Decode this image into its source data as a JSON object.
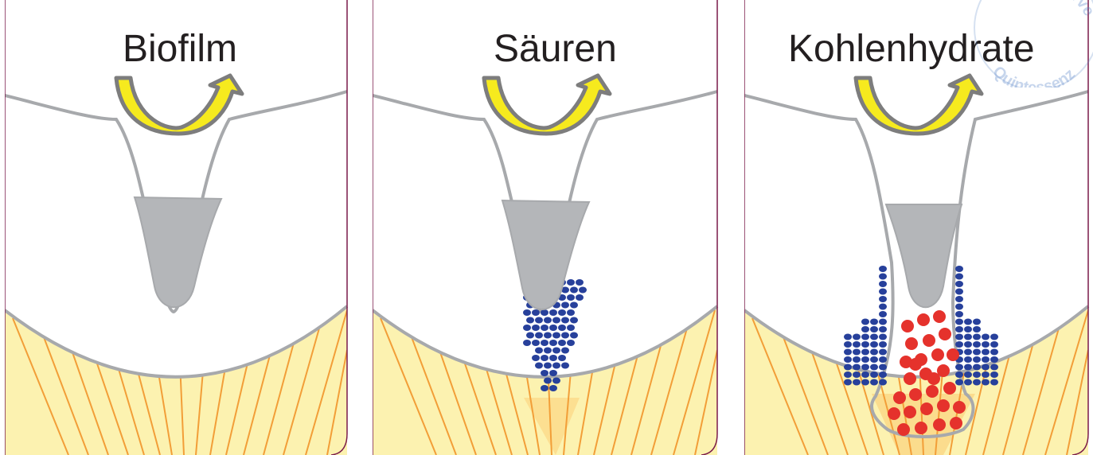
{
  "panels": [
    {
      "label": "Biofilm"
    },
    {
      "label": "Säuren"
    },
    {
      "label": "Kohlenhydrate"
    }
  ],
  "watermark": {
    "text_upper": "reserve",
    "text_lower": "Quintessenz"
  },
  "colors": {
    "frame": "#7a1a4a",
    "outline": "#a7a9ac",
    "pit": "#b4b6b9",
    "dentin": "#fcf2b0",
    "tubule": "#f29e38",
    "arrow_fill": "#f6ea1e",
    "arrow_outline": "#7d7d7d",
    "acid_dot": "#27409b",
    "carb_dot": "#e5322c",
    "watermark": "#5b86c8"
  }
}
